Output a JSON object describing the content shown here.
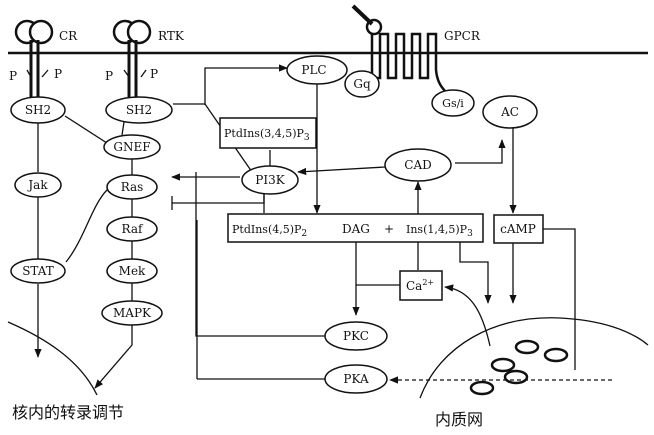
{
  "receptors": {
    "cr": "CR",
    "rtk": "RTK",
    "gpcr": "GPCR",
    "p": "P"
  },
  "nodes": {
    "sh2_cr": "SH2",
    "sh2_rtk": "SH2",
    "gnef": "GNEF",
    "jak": "Jak",
    "stat": "STAT",
    "ras": "Ras",
    "raf": "Raf",
    "mek": "Mek",
    "mapk": "MAPK",
    "plc": "PLC",
    "gq": "Gq",
    "gsi": "Gs/i",
    "ac": "AC",
    "pi3k": "PI3K",
    "cad": "CAD",
    "pkc": "PKC",
    "pka": "PKA"
  },
  "boxes": {
    "ptdins345": "PtdIns(3,4,5)P",
    "ptdins345_sub": "3",
    "ptdins45": "PtdIns(4,5)P",
    "ptdins45_sub": "2",
    "dag": "DAG",
    "plus": "+",
    "ins145": "Ins(1,4,5)P",
    "ins145_sub": "3",
    "camp": "cAMP",
    "ca": "Ca",
    "ca_sup": "2+"
  },
  "captions": {
    "nucleus": "核内的转录调节",
    "er": "内质网"
  }
}
